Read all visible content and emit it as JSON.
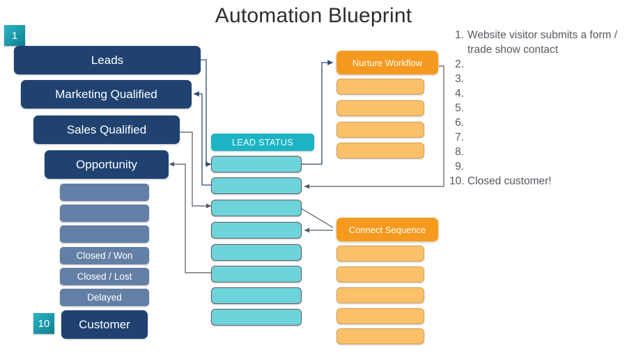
{
  "title": "Automation Blueprint",
  "badges": {
    "first": "1",
    "last": "10"
  },
  "funnel": {
    "stages": [
      {
        "label": "Leads",
        "type": "navy"
      },
      {
        "label": "Marketing Qualified",
        "type": "navy"
      },
      {
        "label": "Sales Qualified",
        "type": "navy"
      },
      {
        "label": "Opportunity",
        "type": "navy"
      },
      {
        "label": "",
        "type": "slate"
      },
      {
        "label": "",
        "type": "slate"
      },
      {
        "label": "",
        "type": "slate"
      },
      {
        "label": "Closed / Won",
        "type": "slate"
      },
      {
        "label": "Closed / Lost",
        "type": "slate"
      },
      {
        "label": "Delayed",
        "type": "slate"
      },
      {
        "label": "Customer",
        "type": "navy"
      }
    ]
  },
  "lead_status": {
    "header": "LEAD STATUS",
    "rows": [
      "",
      "",
      "",
      "",
      "",
      "",
      "",
      ""
    ]
  },
  "nurture_workflow": {
    "header": "Nurture Workflow",
    "rows": [
      "",
      "",
      "",
      ""
    ]
  },
  "connect_sequence": {
    "header": "Connect Sequence",
    "rows": [
      "",
      "",
      "",
      "",
      ""
    ]
  },
  "steps": [
    {
      "num": "1.",
      "text": "Website visitor submits a form / trade show contact"
    },
    {
      "num": "2.",
      "text": ""
    },
    {
      "num": "3.",
      "text": ""
    },
    {
      "num": "4.",
      "text": ""
    },
    {
      "num": "5.",
      "text": ""
    },
    {
      "num": "6.",
      "text": ""
    },
    {
      "num": "7.",
      "text": ""
    },
    {
      "num": "8.",
      "text": ""
    },
    {
      "num": "9.",
      "text": ""
    },
    {
      "num": "10.",
      "text": "Closed customer!"
    }
  ],
  "colors": {
    "navy": "#1f4271",
    "slate": "#647fa6",
    "teal": "#1cb4c4",
    "teal_light": "#6fd3dc",
    "orange": "#f59a1e",
    "orange_light": "#fbc069",
    "badge_teal": "#0f8091",
    "connector": "#5a6570",
    "connector_blue": "#2b4a77",
    "text": "#555a60"
  }
}
